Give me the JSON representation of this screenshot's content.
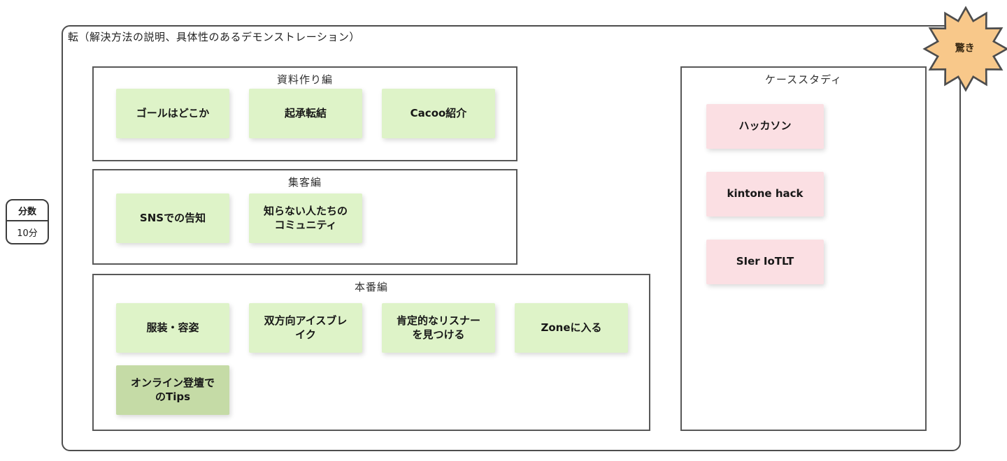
{
  "colors": {
    "green": "#def3c8",
    "green-dark": "#c5dba6",
    "pink": "#fbdfe3",
    "burst": "#f8c88a",
    "line": "#4d4d4d"
  },
  "main_frame": {
    "title": "転（解決方法の説明、具体性のあるデモンストレーション）"
  },
  "duration_tag": {
    "label": "分数",
    "value": "10分"
  },
  "burst": {
    "label": "驚き"
  },
  "sections": [
    {
      "title": "資料作り編",
      "notes": [
        {
          "text": "ゴールはどこか",
          "variant": "green"
        },
        {
          "text": "起承転結",
          "variant": "green"
        },
        {
          "text": "Cacoo紹介",
          "variant": "green"
        }
      ]
    },
    {
      "title": "集客編",
      "notes": [
        {
          "text": "SNSでの告知",
          "variant": "green"
        },
        {
          "text": "知らない人たちの\nコミュニティ",
          "variant": "green"
        }
      ]
    },
    {
      "title": "本番編",
      "notes": [
        {
          "text": "服装・容姿",
          "variant": "green"
        },
        {
          "text": "双方向アイスブレ\nイク",
          "variant": "green"
        },
        {
          "text": "肯定的なリスナー\nを見つける",
          "variant": "green"
        },
        {
          "text": "Zoneに入る",
          "variant": "green"
        },
        {
          "text": "オンライン登壇で\nのTips",
          "variant": "green-dark"
        }
      ]
    }
  ],
  "case_study": {
    "title": "ケーススタディ",
    "notes": [
      {
        "text": "ハッカソン",
        "variant": "pink"
      },
      {
        "text": "kintone hack",
        "variant": "pink"
      },
      {
        "text": "SIer IoTLT",
        "variant": "pink"
      }
    ]
  }
}
